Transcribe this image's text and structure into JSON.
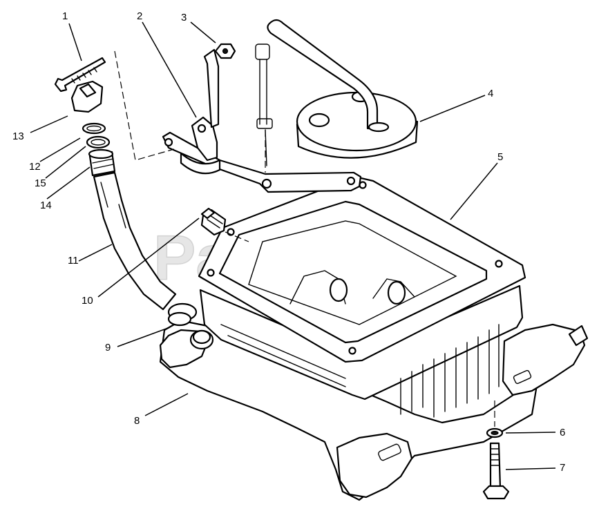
{
  "watermark": "PartsTree",
  "callouts": [
    {
      "id": "1",
      "label": "1"
    },
    {
      "id": "2",
      "label": "2"
    },
    {
      "id": "3",
      "label": "3"
    },
    {
      "id": "4",
      "label": "4"
    },
    {
      "id": "5",
      "label": "5"
    },
    {
      "id": "6",
      "label": "6"
    },
    {
      "id": "7",
      "label": "7"
    },
    {
      "id": "8",
      "label": "8"
    },
    {
      "id": "9",
      "label": "9"
    },
    {
      "id": "10",
      "label": "10"
    },
    {
      "id": "11",
      "label": "11"
    },
    {
      "id": "12",
      "label": "12"
    },
    {
      "id": "13",
      "label": "13"
    },
    {
      "id": "14",
      "label": "14"
    },
    {
      "id": "15",
      "label": "15"
    }
  ]
}
